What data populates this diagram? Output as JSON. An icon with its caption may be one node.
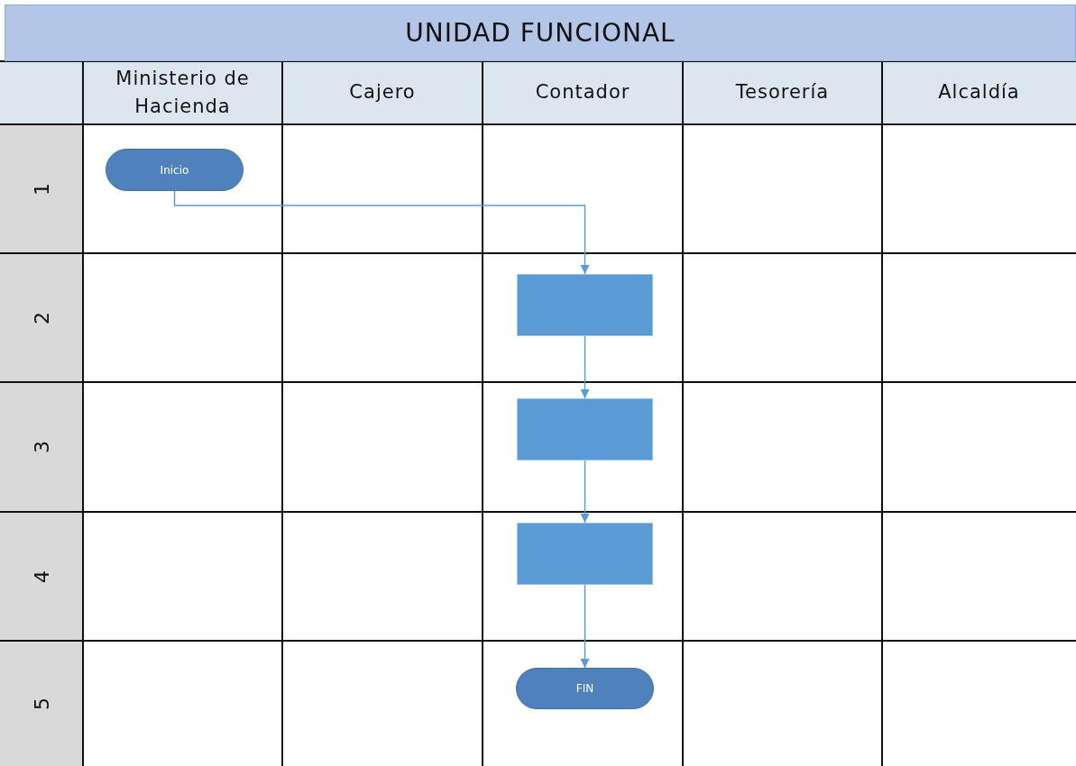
{
  "diagram": {
    "title": "UNIDAD FUNCIONAL",
    "nodes": [
      {
        "text": [
          "Inicio"
        ]
      },
      {
        "text": [],
        "shape": "box"
      },
      {
        "text": [],
        "shape": "box"
      },
      {
        "text": [],
        "shape": "box"
      },
      {
        "text": [
          "FIN"
        ]
      }
    ],
    "edges": [
      {
        "from": 0,
        "to": 1,
        "arrow": "to"
      },
      {
        "from": 1,
        "to": 2,
        "arrow": "to"
      },
      {
        "from": 2,
        "to": 3,
        "arrow": "to"
      },
      {
        "from": 3,
        "to": 4,
        "arrow": "to"
      }
    ],
    "labels": [
      "Ministerio de Hacienda",
      "Cajero",
      "Contador",
      "Tesorería",
      "Alcaldía",
      "1",
      "2",
      "3",
      "4",
      "5"
    ]
  }
}
